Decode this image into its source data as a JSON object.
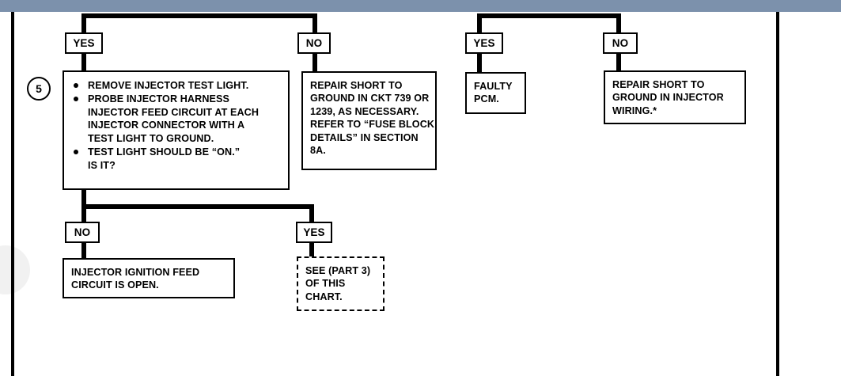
{
  "page": {
    "background_color": "#ffffff",
    "banner_color": "#7c91ac",
    "ink_color": "#000000"
  },
  "step_marker": {
    "number": "5"
  },
  "connector_tags": {
    "top_left_yes": "YES",
    "top_left_no": "NO",
    "top_right_yes": "YES",
    "top_right_no": "NO",
    "bottom_no": "NO",
    "bottom_yes": "YES"
  },
  "boxes": {
    "instruction_step5": {
      "bullets": [
        [
          "REMOVE INJECTOR TEST LIGHT."
        ],
        [
          "PROBE INJECTOR HARNESS",
          "INJECTOR FEED CIRCUIT AT EACH",
          "INJECTOR CONNECTOR WITH A",
          "TEST LIGHT TO GROUND."
        ],
        [
          "TEST LIGHT SHOULD BE “ON.”",
          "IS IT?"
        ]
      ]
    },
    "repair_short_ckt": {
      "lines": [
        "REPAIR SHORT TO",
        "GROUND IN CKT 739 OR",
        "1239, AS NECESSARY.",
        "REFER TO “FUSE BLOCK",
        "DETAILS” IN SECTION",
        "8A."
      ]
    },
    "faulty_pcm": {
      "lines": [
        "FAULTY",
        "PCM."
      ]
    },
    "repair_short_injector": {
      "lines": [
        "REPAIR SHORT TO",
        "GROUND IN INJECTOR",
        "WIRING.*"
      ]
    },
    "injector_ignition_open": {
      "lines": [
        "INJECTOR IGNITION FEED",
        "CIRCUIT IS OPEN."
      ]
    },
    "see_part3": {
      "lines": [
        "SEE (PART 3)",
        "OF THIS",
        "CHART."
      ]
    }
  }
}
